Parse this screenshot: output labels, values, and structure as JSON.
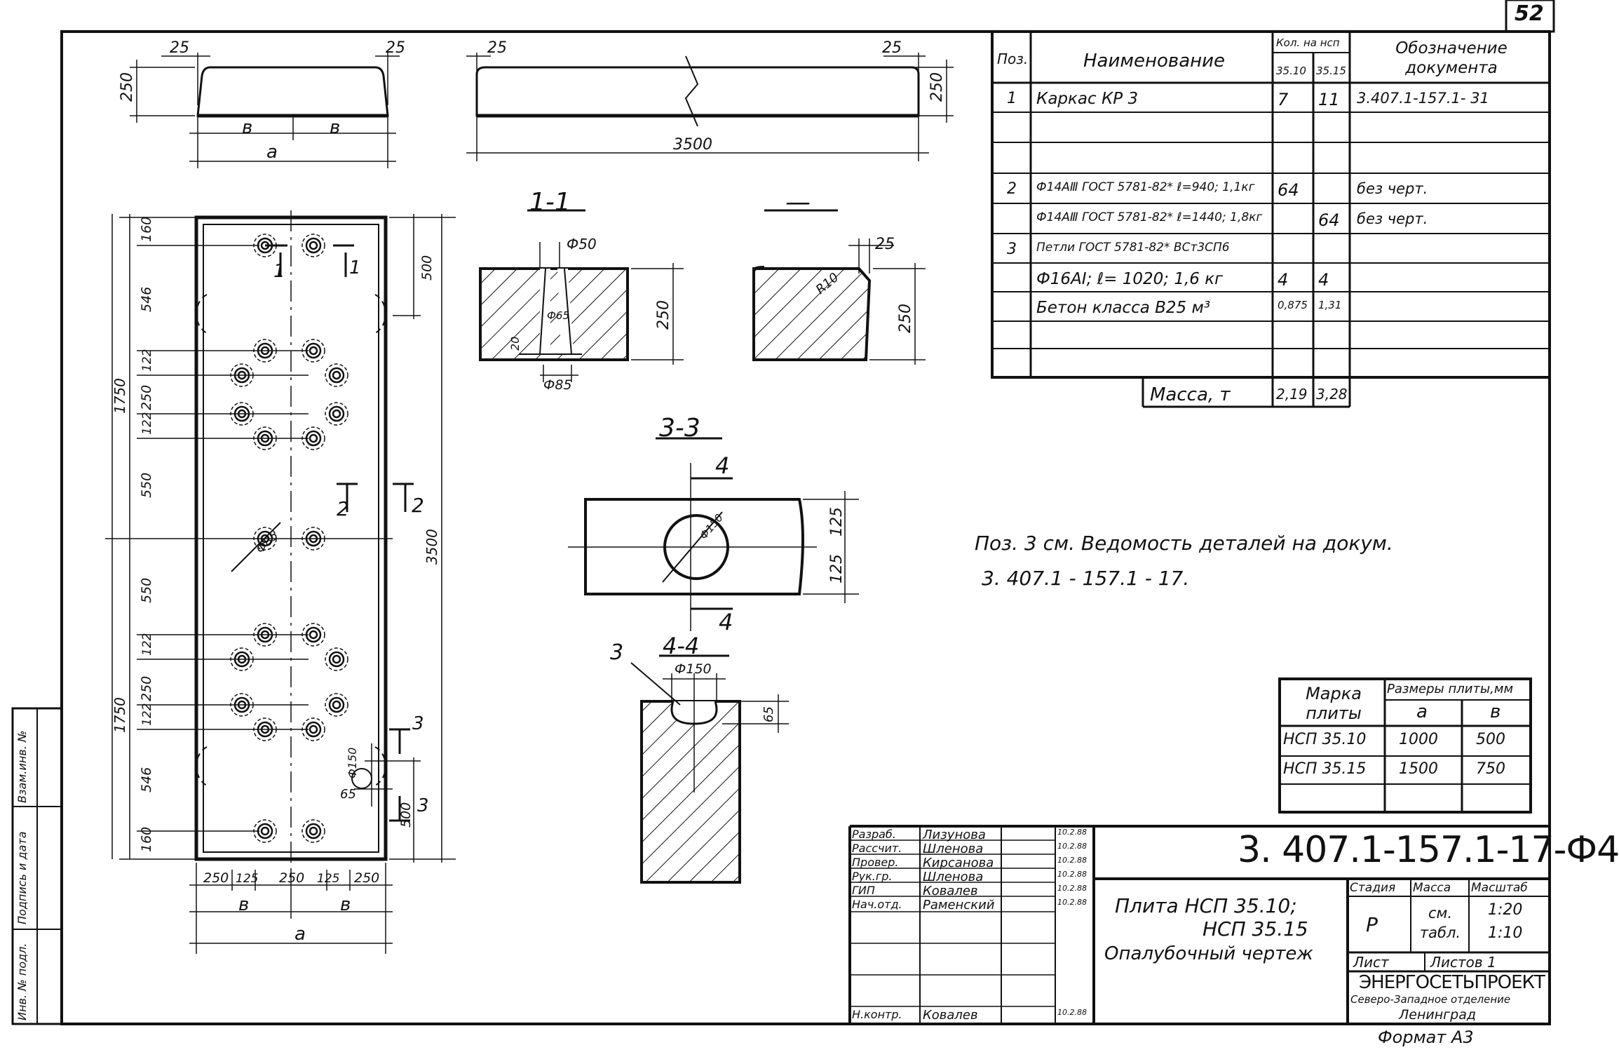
{
  "sheet_number": "52",
  "format": "Формат А3",
  "side_stamp": {
    "inv_podl": "Инв. № подл.",
    "sign_date": "Подпись и дата",
    "vzam_inv": "Взам.инв. №"
  },
  "spec_table": {
    "headers": {
      "pos": "Поз.",
      "name": "Наименование",
      "qty": "Кол. на нсп",
      "qty_a": "35.10",
      "qty_b": "35.15",
      "doc": "Обозначение документа"
    },
    "rows": [
      {
        "pos": "1",
        "name": "Каркас    КР 3",
        "qa": "7",
        "qb": "11",
        "doc": "3.407.1-157.1- 31"
      },
      {
        "pos": "",
        "name": "",
        "qa": "",
        "qb": "",
        "doc": ""
      },
      {
        "pos": "",
        "name": "",
        "qa": "",
        "qb": "",
        "doc": ""
      },
      {
        "pos": "2",
        "name": "Ф14АⅢ ГОСТ 5781-82* ℓ=940; 1,1кг",
        "qa": "64",
        "qb": "",
        "doc": "без  черт."
      },
      {
        "pos": "",
        "name": "Ф14АⅢ ГОСТ 5781-82* ℓ=1440; 1,8кг",
        "qa": "",
        "qb": "64",
        "doc": "без  черт."
      },
      {
        "pos": "3",
        "name": "Петли ГОСТ 5781-82* ВСт3СП6",
        "qa": "",
        "qb": "",
        "doc": ""
      },
      {
        "pos": "",
        "name": "Ф16АⅠ; ℓ= 1020;   1,6 кг",
        "qa": "4",
        "qb": "4",
        "doc": ""
      },
      {
        "pos": "",
        "name": "Бетон класса    В25 м³",
        "qa": "0,875",
        "qb": "1,31",
        "doc": ""
      },
      {
        "pos": "",
        "name": "",
        "qa": "",
        "qb": "",
        "doc": ""
      },
      {
        "pos": "",
        "name": "",
        "qa": "",
        "qb": "",
        "doc": ""
      }
    ],
    "mass_label": "Масса,  т",
    "mass_a": "2,19",
    "mass_b": "3,28"
  },
  "note": {
    "line1": "Поз. 3 см. Ведомость   деталей  на  докум.",
    "line2": "3. 407.1 - 157.1 - 17."
  },
  "marks_table": {
    "h_mark": "Марка плиты",
    "h_sizes": "Размеры плиты,мм",
    "h_a": "a",
    "h_b": "в",
    "rows": [
      {
        "mark": "НСП 35.10",
        "a": "1000",
        "b": "500"
      },
      {
        "mark": "НСП 35.15",
        "a": "1500",
        "b": "750"
      }
    ]
  },
  "title_block": {
    "code": "3. 407.1-157.1-17-Ф4",
    "people": [
      {
        "role": "Разраб.",
        "name": "Лизунова",
        "date": "10.2.88"
      },
      {
        "role": "Рассчит.",
        "name": "Шленова",
        "date": "10.2.88"
      },
      {
        "role": "Провер.",
        "name": "Кирсанова",
        "date": "10.2.88"
      },
      {
        "role": "Рук.гр.",
        "name": "Шленова",
        "date": "10.2.88"
      },
      {
        "role": "ГИП",
        "name": "Ковалев",
        "date": "10.2.88"
      },
      {
        "role": "Нач.отд.",
        "name": "Раменский",
        "date": "10.2.88"
      },
      {
        "role": "",
        "name": "",
        "date": ""
      },
      {
        "role": "",
        "name": "",
        "date": ""
      },
      {
        "role": "",
        "name": "",
        "date": ""
      },
      {
        "role": "Н.контр.",
        "name": "Ковалев",
        "date": "10.2.88"
      }
    ],
    "item_line1": "Плита    НСП    35.10;",
    "item_line2": "НСП    35.15",
    "item_line3": "Опалубочный    чертеж",
    "stage_h": "Стадия",
    "mass_h": "Масса",
    "scale_h": "Масштаб",
    "stage": "Р",
    "mass": "см. табл.",
    "scale1": "1:20",
    "scale2": "1:10",
    "sheet_label": "Лист",
    "sheets_label": "Листов 1",
    "org1": "ЭНЕРГОСЕТЬПРОЕКТ",
    "org2": "Северо-Западное отделение",
    "org3": "Ленинград"
  },
  "drawing": {
    "dims_top_left": [
      "25",
      "25",
      "250",
      "в",
      "в",
      "a"
    ],
    "dims_top_right": [
      "25",
      "25",
      "250",
      "3500"
    ],
    "plan_dims_left": [
      "160",
      "546",
      "122",
      "250",
      "122",
      "550",
      "550",
      "122",
      "250",
      "122",
      "546",
      "160",
      "1750",
      "1750"
    ],
    "plan_dims_right": [
      "500",
      "3500",
      "500",
      "65",
      "Ф150"
    ],
    "plan_dims_bottom": [
      "250",
      "125",
      "250",
      "125",
      "250",
      "в",
      "в",
      "a"
    ],
    "section_labels": [
      "1-1",
      "—",
      "3-3",
      "4-4"
    ],
    "cut_marks": [
      "1",
      "1",
      "2",
      "2",
      "3",
      "3",
      "4",
      "4"
    ],
    "sec11_dims": [
      "Ф50",
      "Ф65",
      "Ф85",
      "250",
      "20"
    ],
    "sec2_dims": [
      "25",
      "R10",
      "250"
    ],
    "sec33_dims": [
      "Ф150",
      "125",
      "125"
    ],
    "sec44_dims": [
      "Ф150",
      "65",
      "3"
    ],
    "plan_hole_label": "Ф85"
  }
}
